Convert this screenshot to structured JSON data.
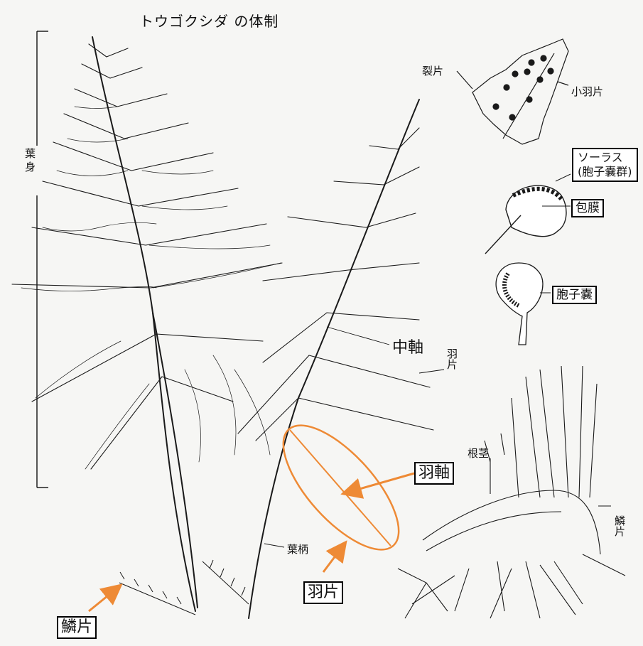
{
  "title": "トウゴクシダ の体制",
  "labels": {
    "frond_blade": "葉身",
    "segment": "裂片",
    "pinnule": "小羽片",
    "sorus": "ソーラス\n(胞子嚢群)",
    "indusium": "包膜",
    "sporangium": "胞子嚢",
    "rachis": "中軸",
    "pinna_right": "羽片",
    "pinna_axis": "羽軸",
    "pinna_bottom": "羽片",
    "rhizome": "根茎",
    "stipe": "葉柄",
    "scale_right": "鱗片",
    "scale_bottom": "鱗片"
  },
  "colors": {
    "highlight": "#ee8a35",
    "ink": "#1a1a1a"
  }
}
